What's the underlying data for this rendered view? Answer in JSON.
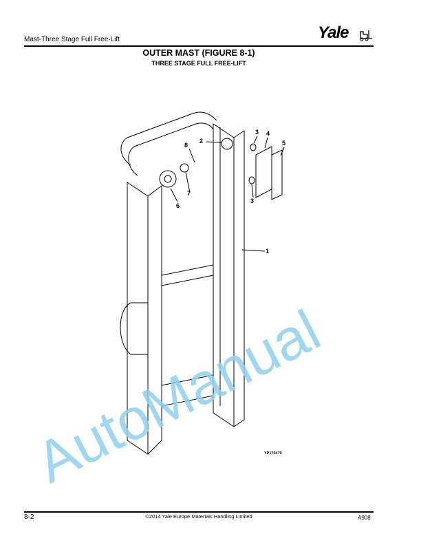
{
  "header": {
    "section_title": "Mast-Three Stage Full Free-Lift",
    "logo_text": "Yale"
  },
  "title": "OUTER MAST (FIGURE 8-1)",
  "subtitle": "THREE STAGE FULL FREE-LIFT",
  "figure": {
    "callouts": [
      "1",
      "2",
      "3",
      "3",
      "4",
      "5",
      "6",
      "7",
      "8"
    ],
    "figure_id": "YP170479"
  },
  "watermark": "AutoManual",
  "footer": {
    "page": "8-2",
    "copyright": "©2014 Yale Europe Materials Handling Limited",
    "doc_code": "A908"
  },
  "colors": {
    "watermark": "#8fd0ef",
    "ink": "#000000"
  }
}
